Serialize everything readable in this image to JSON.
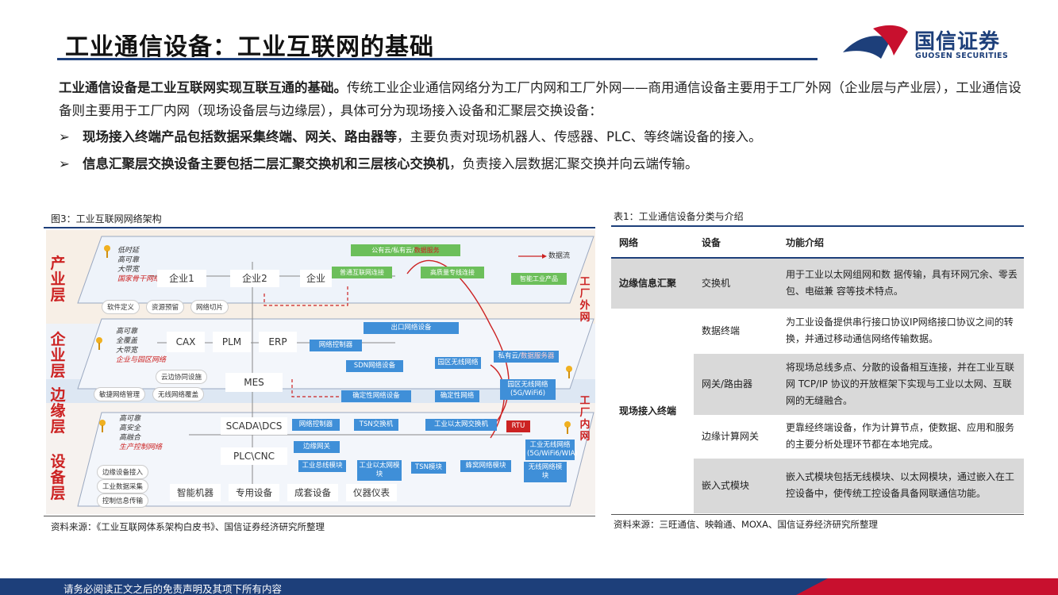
{
  "header": {
    "title": "工业通信设备：工业互联网的基础",
    "logo_cn": "国信证券",
    "logo_en": "GUOSEN SECURITIES"
  },
  "intro": {
    "lead_bold": "工业通信设备是工业互联网实现互联互通的基础。",
    "lead_rest": "传统工业企业通信网络分为工厂内网和工厂外网——商用通信设备主要用于工厂外网（企业层与产业层），工业通信设备则主要用于工厂内网（现场设备层与边缘层），具体可分为现场接入设备和汇聚层交换设备：",
    "bullets": [
      {
        "marker": "➢",
        "bold": "现场接入终端产品包括数据采集终端、网关、路由器等",
        "rest": "，主要负责对现场机器人、传感器、PLC、等终端设备的接入。"
      },
      {
        "marker": "➢",
        "bold": "信息汇聚层交换设备主要包括二层汇聚交换机和三层核心交换机",
        "rest": "，负责接入层数据汇聚交换并向云端传输。"
      }
    ]
  },
  "figure": {
    "caption": "图3：工业互联网网络架构",
    "source": "资料来源：《工业互联网体系架构白皮书》、国信证券经济研究所整理",
    "layers": [
      "产业层",
      "企业层",
      "边缘层",
      "设备层"
    ],
    "side_labels": [
      "工厂外网",
      "工厂内网"
    ],
    "industry": {
      "notes": [
        "低时延",
        "高可靠",
        "大带宽"
      ],
      "net": "国家骨干网络",
      "enterprises": [
        "企业1",
        "企业2",
        "企业"
      ],
      "pills": [
        "软件定义",
        "资源预留",
        "网络切片"
      ],
      "cloud": "公有云/私有云/",
      "cloud_red": "数据服务",
      "green": [
        "普通互联网连接",
        "高质量专线连接",
        "智能工业产品"
      ],
      "legend": "数据流"
    },
    "enterprise": {
      "notes": [
        "高可靠",
        "全覆盖",
        "大带宽"
      ],
      "net": "企业与园区网络",
      "apps": [
        "CAX",
        "PLM",
        "ERP"
      ],
      "mes": "MES",
      "pills": [
        "云边协同设施",
        "敏捷网络管理",
        "无线网络覆盖"
      ],
      "blue": [
        "出口网络设备",
        "网络控制器",
        "SDN网络设备",
        "园区无线网络",
        "确定性网络设备",
        "确定性网络"
      ],
      "cloud": "私有云/",
      "cloud_red": "数据服务器",
      "green": [
        "园区无线网络(5G/WiFi6)"
      ]
    },
    "device": {
      "notes": [
        "高可靠",
        "高安全",
        "高融合"
      ],
      "net": "生产控制网络",
      "scada": "SCADA\\DCS",
      "plc": "PLC\\CNC",
      "pills": [
        "边缘设备接入",
        "工业数据采集",
        "控制信息传输"
      ],
      "blue": [
        "网络控制器",
        "TSN交换机",
        "工业以太网交换机",
        "边缘网关",
        "工业总线模块",
        "工业以太网模块",
        "TSN模块",
        "蜂窝网络模块",
        "无线网络模块"
      ],
      "rtu": "RTU",
      "green": [
        "工业无线网络(5G/WiFi6/WIA)"
      ],
      "bottom": [
        "智能机器",
        "专用设备",
        "成套设备",
        "仪器仪表"
      ]
    }
  },
  "table": {
    "caption": "表1：工业通信设备分类与介绍",
    "source": "资料来源：三旺通信、映翰通、MOXA、国信证券经济研究所整理",
    "headers": [
      "网络",
      "设备",
      "功能介绍"
    ],
    "rows": [
      {
        "category": "边缘信息汇聚",
        "device": "交换机",
        "desc": "用于工业以太网组网和数 据传输，具有环网冗余、零丢包、电磁兼 容等技术特点。"
      },
      {
        "category": "现场接入终端",
        "device": "数据终端",
        "desc": "为工业设备提供串行接口协议IP网络接口协议之间的转换，并通过移动通信网络传输数据。"
      },
      {
        "category": "",
        "device": "网关/路由器",
        "desc": "将现场总线多点、分散的设备相互连接，并在工业互联网 TCP/IP 协议的开放框架下实现与工业以太网、互联网的无缝融合。"
      },
      {
        "category": "",
        "device": "边缘计算网关",
        "desc": "更靠经终端设备，作为计算节点，使数据、应用和服务的主要分析处理环节都在本地完成。"
      },
      {
        "category": "",
        "device": "嵌入式模块",
        "desc": "嵌入式模块包括无线模块、以太网模块，通过嵌入在工控设备中，使传统工控设备具备网联通信功能。"
      }
    ]
  },
  "footer": {
    "text": "请务必阅读正文之后的免责声明及其项下所有内容"
  },
  "colors": {
    "navy": "#1d3f7a",
    "red": "#c8102e",
    "green": "#6cbf5a",
    "blue": "#3f8fd8"
  }
}
